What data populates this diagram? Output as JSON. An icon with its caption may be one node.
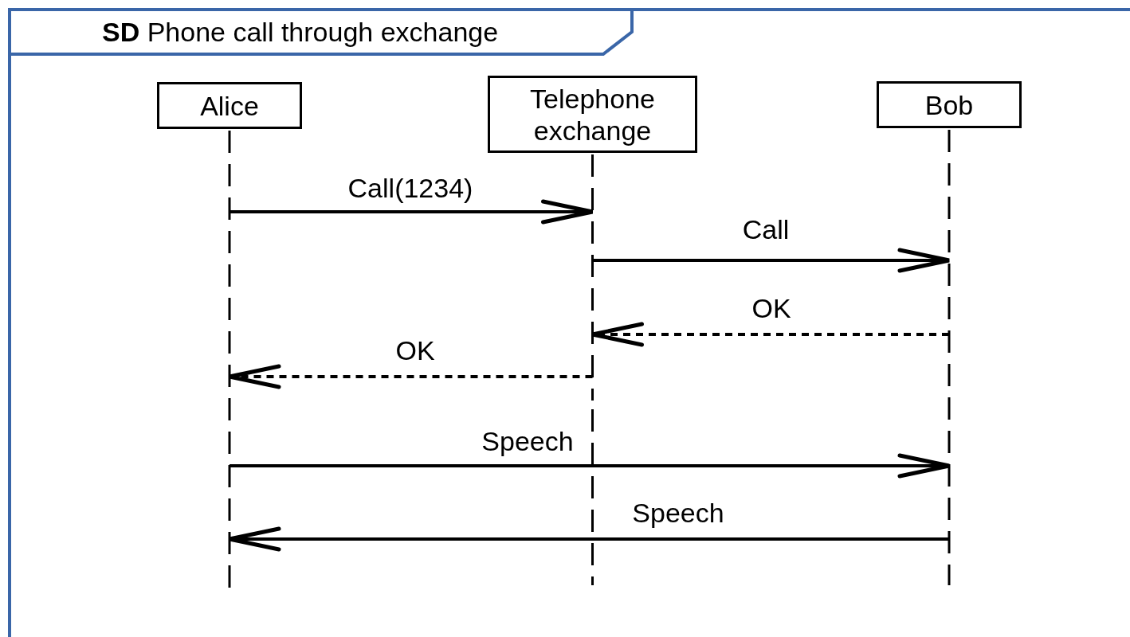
{
  "diagram": {
    "title": "**SD** Phone call through exchange",
    "nodes": [
      {
        "text": [
          "Alice"
        ]
      },
      {
        "text": [
          "Telephone exchange"
        ]
      },
      {
        "text": [
          "Bob"
        ]
      }
    ],
    "edges": [
      {
        "from": 0,
        "to": 1,
        "arrow": "to",
        "label": "Call(1234)"
      },
      {
        "from": 1,
        "to": 2,
        "arrow": "to",
        "label": "Call"
      },
      {
        "from": 2,
        "to": 1,
        "arrow": "to",
        "label": "OK",
        "style": "dashed"
      },
      {
        "from": 1,
        "to": 0,
        "arrow": "to",
        "label": "OK",
        "style": "dashed"
      },
      {
        "from": 0,
        "to": 2,
        "arrow": "to",
        "label": "Speech"
      },
      {
        "from": 2,
        "to": 0,
        "arrow": "to",
        "label": "Speech"
      }
    ]
  }
}
